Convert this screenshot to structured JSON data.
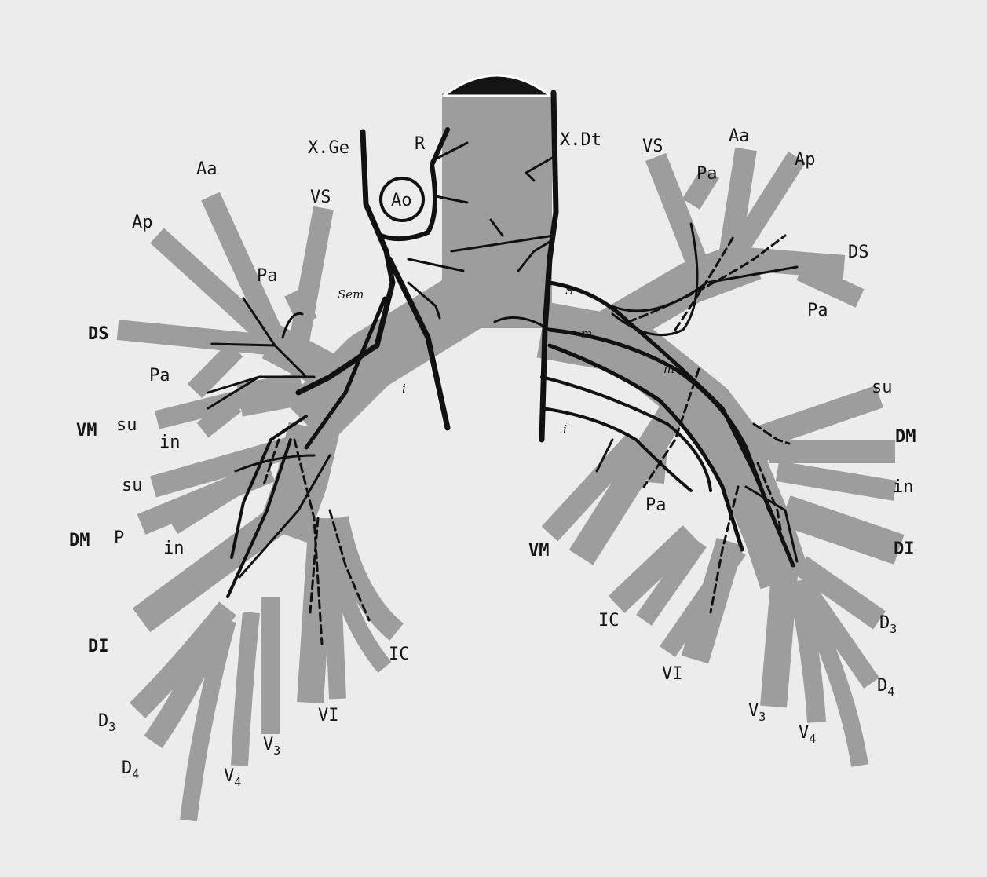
{
  "colors": {
    "background": "#ececec",
    "bronchus": "#9d9d9d",
    "nerve": "#111111"
  },
  "labels": {
    "x_ge": "X.Ge",
    "x_dt": "X.Dt",
    "r": "R",
    "ao": "Ao",
    "sem": "Sem",
    "left_s": "S",
    "left_m": "m",
    "left_n": "m",
    "left_i": "i",
    "right_i": "i",
    "right_vs": "VS",
    "right_aa": "Aa",
    "right_ap": "Ap",
    "right_pa_top": "Pa",
    "right_ds": "DS",
    "right_pa_ds": "Pa",
    "right_pa_mid": "Pa",
    "right_su": "su",
    "right_in": "in",
    "right_p": "P",
    "right_vm": "VM",
    "right_dm": "DM",
    "right_di": "DI",
    "right_d3_base": "D",
    "right_d3_sub": "3",
    "right_d4_base": "D",
    "right_d4_sub": "4",
    "right_v3_base": "V",
    "right_v3_sub": "3",
    "right_v4_base": "V",
    "right_v4_sub": "4",
    "right_vi": "VI",
    "right_ic": "IC",
    "left_vs": "VS",
    "left_pa_top": "Pa",
    "left_aa": "Aa",
    "left_ap": "Ap",
    "left_ds": "DS",
    "left_pa_ds": "Pa",
    "left_su": "su",
    "left_dm": "DM",
    "left_in": "in",
    "left_di": "DI",
    "left_pa_mid": "Pa",
    "left_vm": "VM",
    "left_ic": "IC",
    "left_vi": "VI",
    "left_d3_base": "D",
    "left_d3_sub": "3",
    "left_d4_base": "D",
    "left_d4_sub": "4",
    "left_v3_base": "V",
    "left_v3_sub": "3",
    "left_v4_base": "V",
    "left_v4_sub": "4"
  }
}
